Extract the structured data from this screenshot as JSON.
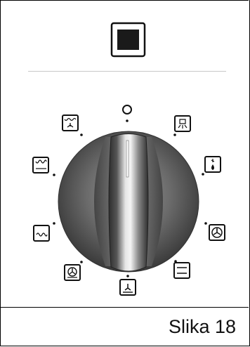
{
  "caption": "Slika 18",
  "display_icon": "oven-display-square-icon",
  "positions": [
    {
      "name": "off",
      "icon": "off-circle-icon"
    },
    {
      "name": "oven-lamp",
      "icon": "lamp-icon"
    },
    {
      "name": "defrost",
      "icon": "defrost-drop-fan-icon"
    },
    {
      "name": "hot-air",
      "icon": "fan-ring-heater-icon"
    },
    {
      "name": "conventional",
      "icon": "top-bottom-heater-icon"
    },
    {
      "name": "bottom-heater-fan",
      "icon": "bottom-heater-fan-icon"
    },
    {
      "name": "hot-air-bottom",
      "icon": "fan-bottom-heater-icon"
    },
    {
      "name": "bottom-heater",
      "icon": "bottom-heater-icon"
    },
    {
      "name": "grill",
      "icon": "grill-icon"
    },
    {
      "name": "grill-fan",
      "icon": "grill-fan-icon"
    }
  ],
  "colors": {
    "knob_dark": "#3a3a3a",
    "knob_light": "#d8d8d8",
    "line": "#000000"
  }
}
